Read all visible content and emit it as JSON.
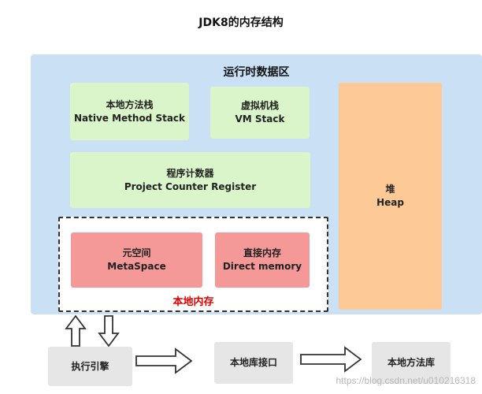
{
  "title": "JDK8的内存结构",
  "runtime_area": {
    "title": "运行时数据区"
  },
  "native_method_stack": {
    "line1": "本地方法栈",
    "line2": "Native Method Stack"
  },
  "vm_stack": {
    "line1": "虚拟机栈",
    "line2": "VM Stack"
  },
  "pc_register": {
    "line1": "程序计数器",
    "line2": "Project Counter Register"
  },
  "heap": {
    "line1": "堆",
    "line2": "Heap"
  },
  "native_memory": {
    "label": "本地内存",
    "metaspace": {
      "line1": "元空间",
      "line2": "MetaSpace"
    },
    "direct_memory": {
      "line1": "直接内存",
      "line2": "Direct memory"
    }
  },
  "execution_engine": {
    "label": "执行引擎"
  },
  "native_interface": {
    "label": "本地库接口"
  },
  "native_library": {
    "label": "本地方法库"
  },
  "watermark": "https://blog.csdn.net/u010216318",
  "colors": {
    "runtime_bg": "#c9e0f5",
    "green_box": "#d9f5c9",
    "heap_box": "#fdca97",
    "red_box": "#f59898",
    "gray_box": "#e6e6e6",
    "native_label": "#e00000"
  }
}
